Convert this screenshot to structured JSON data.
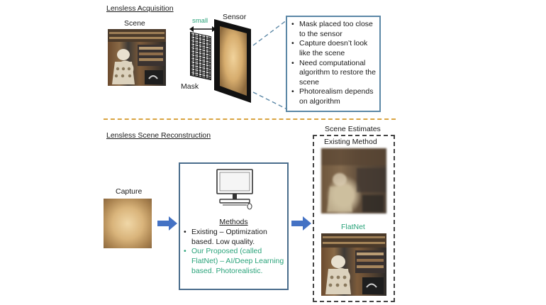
{
  "top": {
    "section_title": "Lensless Acquisition",
    "scene_label": "Scene",
    "small_label": "small",
    "sensor_label": "Sensor",
    "mask_label": "Mask",
    "notes": [
      "Mask placed too close to the sensor",
      "Capture doesn’t look like the scene",
      "Need computational algorithm to restore the scene",
      "Photorealism depends on algorithm"
    ]
  },
  "bottom": {
    "section_title": "Lensless Scene Reconstruction",
    "capture_label": "Capture",
    "methods": {
      "title": "Methods",
      "existing": "Existing  – Optimization based. Low quality.",
      "proposed": "Our Proposed (called FlatNet) – AI/Deep Learning based. Photorealistic."
    },
    "estimates": {
      "title": "Scene Estimates",
      "existing_label": "Existing Method",
      "flatnet_label": "FlatNet"
    }
  },
  "colors": {
    "box_border": "#4a6d8c",
    "notes_border": "#5b87a6",
    "divider": "#d9a441",
    "arrow": "#4472c4",
    "flatnet_text": "#2aa37a"
  }
}
